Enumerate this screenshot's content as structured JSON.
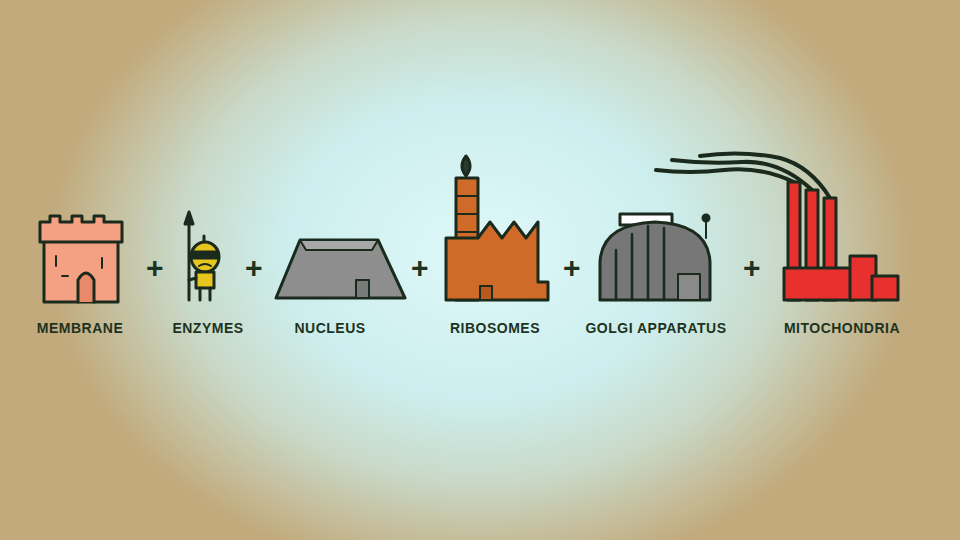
{
  "diagram": {
    "labels": [
      "MEMBRANE",
      "+",
      "ENZYMES",
      "+",
      "NUCLEUS",
      "+",
      "RIBOSOMES",
      "+",
      "GOLGI APPARATUS",
      "+",
      "MITOCHONDRIA"
    ]
  }
}
